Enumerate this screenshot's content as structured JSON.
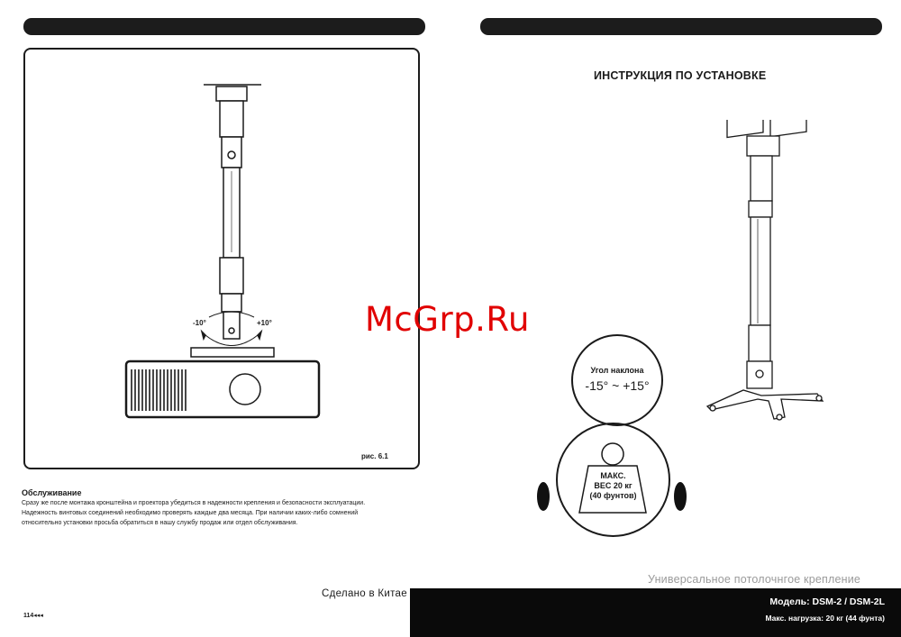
{
  "left_page": {
    "figure_caption": "рис. 6.1",
    "tilt_minus": "-10°",
    "tilt_plus": "+10°",
    "maintenance_title": "Обслуживание",
    "maintenance_lines": [
      "Сразу же после монтажа кронштейна и проектора убедиться в надежности крепления и безопасности эксплуатации.",
      "Надежность винтовых соединений необходимо проверять каждые два месяца. При наличии каких-либо сомнений",
      "относительно установки просьба обратиться в нашу службу продаж или отдел обслуживания."
    ],
    "made_in": "Сделано в Китае",
    "page_number": "114"
  },
  "right_page": {
    "title": "ИНСТРУКЦИЯ ПО УСТАНОВКЕ",
    "tilt_label": "Угол наклона",
    "tilt_range": "-15° ~ +15°",
    "max_weight_lines": [
      "МАКС.",
      "ВЕС 20 кг",
      "(40 фунтов)"
    ],
    "subtitle": "Универсальное потолочнгое крепление",
    "model": "Модель:  DSM-2  /  DSM-2L",
    "max_load": "Макс. нагрузка: 20 кг (44 фунта)"
  },
  "watermark": "McGrp.Ru"
}
